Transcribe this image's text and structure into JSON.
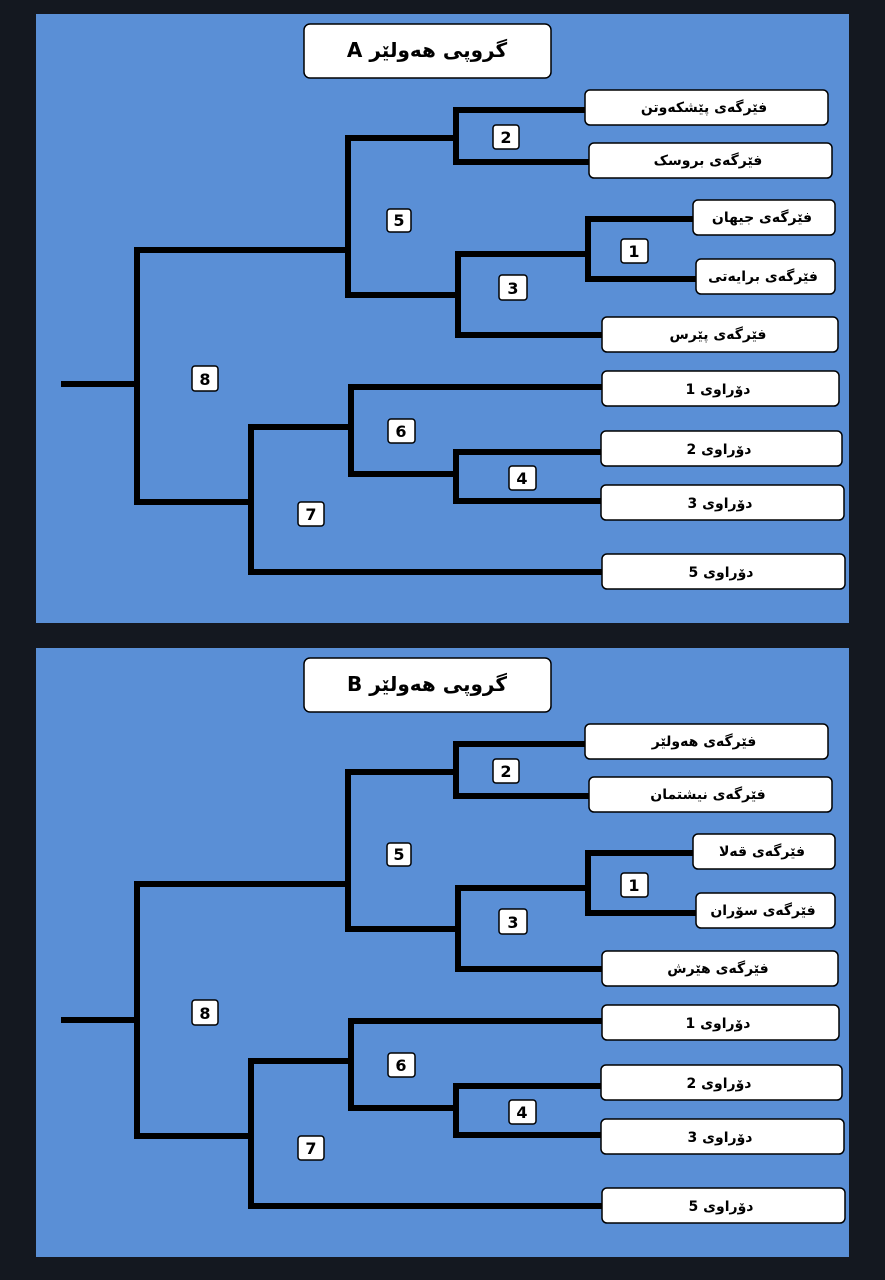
{
  "groups": [
    {
      "title": "گروپی هەولێر A",
      "teams": [
        "فێرگەی پێشکەوتن",
        "فێرگەی بروسک",
        "فێرگەی جیهان",
        "فێرگەی برایەتی",
        "فێرگەی پێرس",
        "دۆراوی 1",
        "دۆراوی 2",
        "دۆراوی 3",
        "دۆراوی 5"
      ],
      "match_numbers": [
        "2",
        "5",
        "1",
        "3",
        "8",
        "6",
        "4",
        "7"
      ]
    },
    {
      "title": "گروپی هەولێر B",
      "teams": [
        "فێرگەی هەولێر",
        "فێرگەی نیشتمان",
        "فێرگەی قەلا",
        "فێرگەی سۆران",
        "فێرگەی هێرش",
        "دۆراوی 1",
        "دۆراوی 2",
        "دۆراوی 3",
        "دۆراوی 5"
      ],
      "match_numbers": [
        "2",
        "5",
        "1",
        "3",
        "8",
        "6",
        "4",
        "7"
      ]
    }
  ],
  "colors": {
    "panel": "#5a8fd6",
    "background": "#141820",
    "line": "#000000",
    "box": "#ffffff"
  }
}
